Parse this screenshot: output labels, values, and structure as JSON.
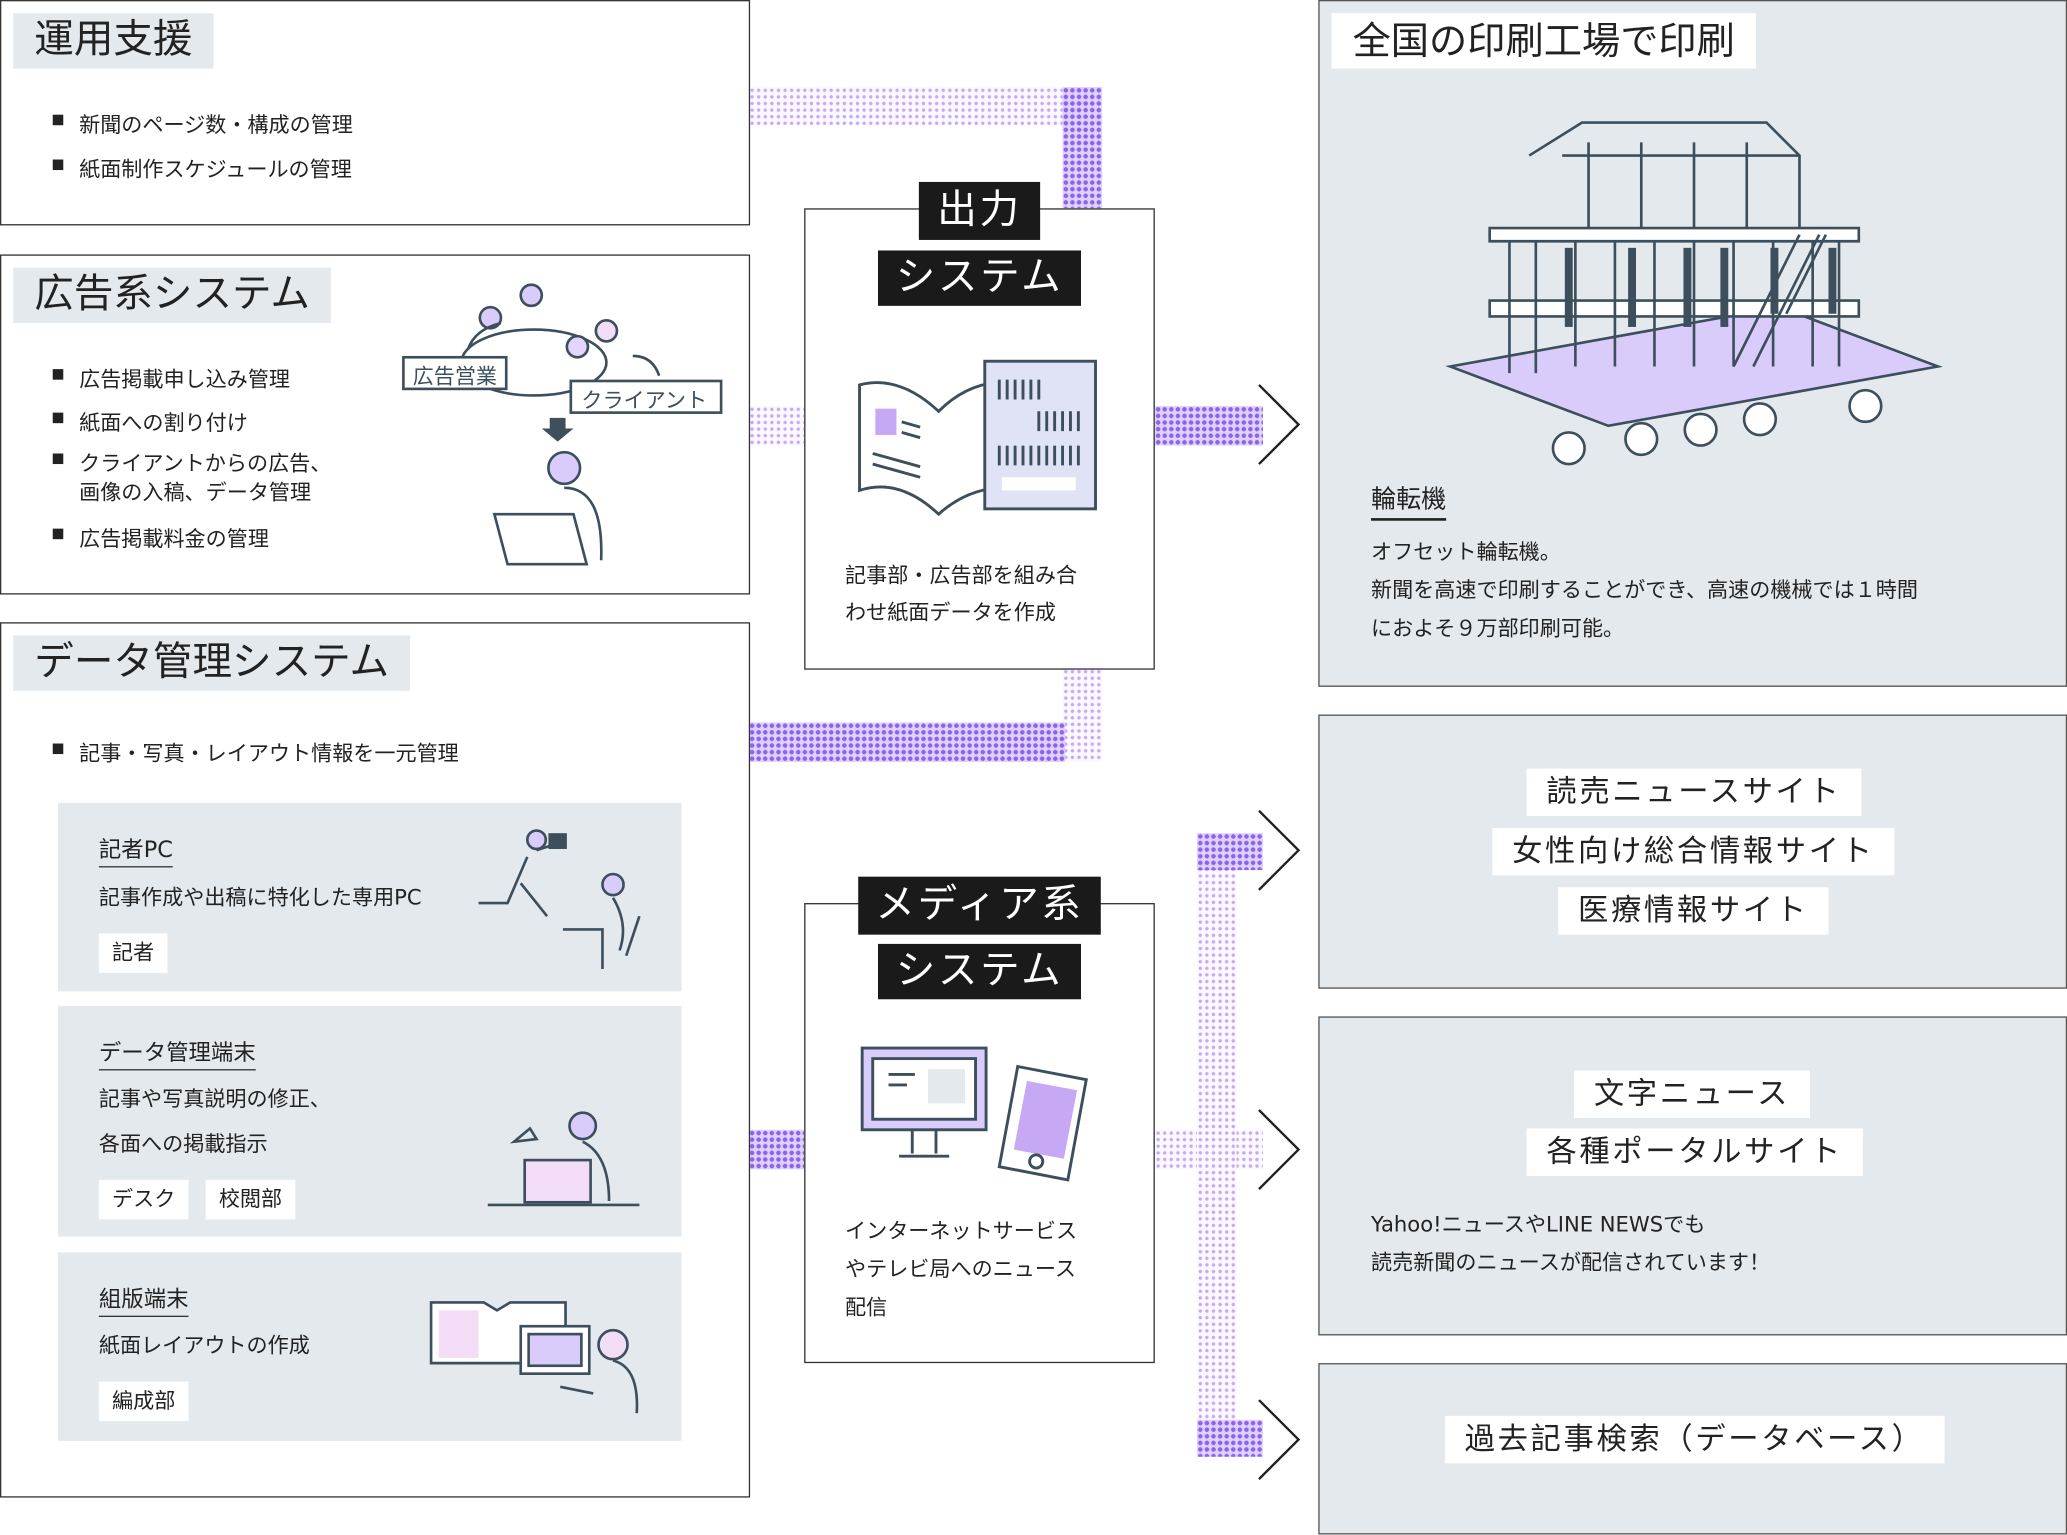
{
  "colors": {
    "panel": "#e4e9ed",
    "dot_light": "#c6a8f5",
    "dot_dark": "#8d62ef",
    "line": "#3d4f5c"
  },
  "ops": {
    "title": "運用支援",
    "items": [
      "新聞のページ数・構成の管理",
      "紙面制作スケジュールの管理"
    ]
  },
  "ads": {
    "title": "広告系システム",
    "items": [
      "広告掲載申し込み管理",
      "紙面への割り付け",
      "クライアントからの広告、",
      "画像の入稿、データ管理",
      "広告掲載料金の管理"
    ],
    "label_sales": "広告営業",
    "label_client": "クライアント"
  },
  "data": {
    "title": "データ管理システム",
    "items": [
      "記事・写真・レイアウト情報を一元管理"
    ],
    "panels": [
      {
        "title": "記者PC",
        "lines": [
          "記事作成や出稿に特化した専用PC"
        ],
        "tags": [
          "記者"
        ]
      },
      {
        "title": "データ管理端末",
        "lines": [
          "記事や写真説明の修正、",
          "各面への掲載指示"
        ],
        "tags": [
          "デスク",
          "校閲部"
        ]
      },
      {
        "title": "組版端末",
        "lines": [
          "紙面レイアウトの作成"
        ],
        "tags": [
          "編成部"
        ]
      }
    ]
  },
  "output": {
    "label1": "出力",
    "label2": "システム",
    "lines": [
      "記事部・広告部を組み合",
      "わせ紙面データを作成"
    ]
  },
  "media": {
    "label1": "メディア系",
    "label2": "システム",
    "lines": [
      "インターネットサービス",
      "やテレビ局へのニュース",
      "配信"
    ]
  },
  "print": {
    "title": "全国の印刷工場で印刷",
    "subtitle": "輪転機",
    "lines": [
      "オフセット輪転機。",
      "新聞を高速で印刷することができ、高速の機械では１時間",
      "におよそ９万部印刷可能。"
    ]
  },
  "sites": {
    "tags": [
      "読売ニュースサイト",
      "女性向け総合情報サイト",
      "医療情報サイト"
    ]
  },
  "portal": {
    "tags": [
      "文字ニュース",
      "各種ポータルサイト"
    ],
    "lines": [
      "Yahoo!ニュースやLINE NEWSでも",
      "読売新聞のニュースが配信されています！"
    ]
  },
  "archive": {
    "tag": "過去記事検索（データベース）"
  }
}
